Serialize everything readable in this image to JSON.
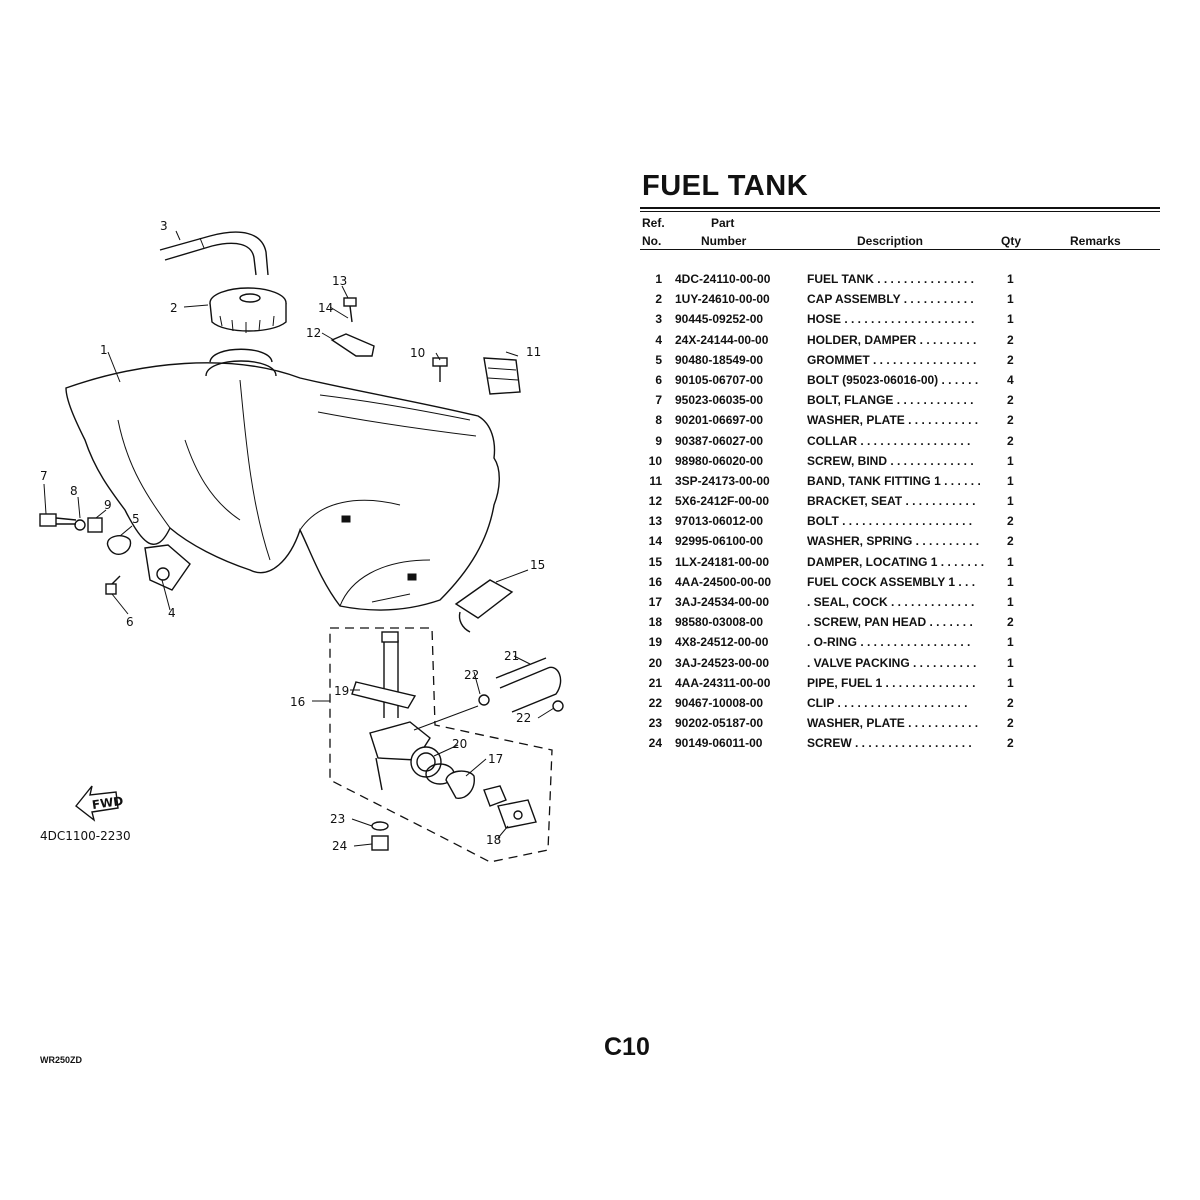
{
  "title": "FUEL TANK",
  "table_header": {
    "ref": [
      "Ref.",
      "No."
    ],
    "part": [
      "Part",
      "Number"
    ],
    "description": "Description",
    "qty": "Qty",
    "remarks": "Remarks"
  },
  "parts": [
    {
      "ref": "1",
      "part_number": "4DC-24110-00-00",
      "description": "FUEL TANK . . . . . . . . . . . . . . .",
      "qty": "1"
    },
    {
      "ref": "2",
      "part_number": "1UY-24610-00-00",
      "description": "CAP ASSEMBLY . . . . . . . . . . .",
      "qty": "1"
    },
    {
      "ref": "3",
      "part_number": "90445-09252-00",
      "description": "HOSE . . . . . . . . . . . . . . . . . . . .",
      "qty": "1"
    },
    {
      "ref": "4",
      "part_number": "24X-24144-00-00",
      "description": "HOLDER, DAMPER . . . . . . . . .",
      "qty": "2"
    },
    {
      "ref": "5",
      "part_number": "90480-18549-00",
      "description": "GROMMET . . . . . . . . . . . . . . . .",
      "qty": "2"
    },
    {
      "ref": "6",
      "part_number": "90105-06707-00",
      "description": "BOLT (95023-06016-00) . . . . . .",
      "qty": "4"
    },
    {
      "ref": "7",
      "part_number": "95023-06035-00",
      "description": "BOLT, FLANGE . . . . . . . . . . . .",
      "qty": "2"
    },
    {
      "ref": "8",
      "part_number": "90201-06697-00",
      "description": "WASHER, PLATE . . . . . . . . . . .",
      "qty": "2"
    },
    {
      "ref": "9",
      "part_number": "90387-06027-00",
      "description": "COLLAR . . . . . . . . . . . . . . . . .",
      "qty": "2"
    },
    {
      "ref": "10",
      "part_number": "98980-06020-00",
      "description": "SCREW, BIND . . . . . . . . . . . . .",
      "qty": "1"
    },
    {
      "ref": "11",
      "part_number": "3SP-24173-00-00",
      "description": "BAND, TANK FITTING 1 . . . . . .",
      "qty": "1"
    },
    {
      "ref": "12",
      "part_number": "5X6-2412F-00-00",
      "description": "BRACKET, SEAT . . . . . . . . . . .",
      "qty": "1"
    },
    {
      "ref": "13",
      "part_number": "97013-06012-00",
      "description": "BOLT . . . . . . . . . . . . . . . . . . . .",
      "qty": "2"
    },
    {
      "ref": "14",
      "part_number": "92995-06100-00",
      "description": "WASHER, SPRING . . . . . . . . . .",
      "qty": "2"
    },
    {
      "ref": "15",
      "part_number": "1LX-24181-00-00",
      "description": "DAMPER, LOCATING 1 . . . . . . .",
      "qty": "1"
    },
    {
      "ref": "16",
      "part_number": "4AA-24500-00-00",
      "description": "FUEL COCK ASSEMBLY 1 . . .",
      "qty": "1"
    },
    {
      "ref": "17",
      "part_number": "3AJ-24534-00-00",
      "description": ". SEAL, COCK . . . . . . . . . . . . .",
      "qty": "1"
    },
    {
      "ref": "18",
      "part_number": "98580-03008-00",
      "description": ". SCREW, PAN HEAD . . . . . . .",
      "qty": "2"
    },
    {
      "ref": "19",
      "part_number": "4X8-24512-00-00",
      "description": ". O-RING . . . . . . . . . . . . . . . . .",
      "qty": "1"
    },
    {
      "ref": "20",
      "part_number": "3AJ-24523-00-00",
      "description": ". VALVE PACKING . . . . . . . . . .",
      "qty": "1"
    },
    {
      "ref": "21",
      "part_number": "4AA-24311-00-00",
      "description": "PIPE, FUEL 1 . . . . . . . . . . . . . .",
      "qty": "1"
    },
    {
      "ref": "22",
      "part_number": "90467-10008-00",
      "description": "CLIP . . . . . . . . . . . . . . . . . . . .",
      "qty": "2"
    },
    {
      "ref": "23",
      "part_number": "90202-05187-00",
      "description": "WASHER, PLATE . . . . . . . . . . .",
      "qty": "2"
    },
    {
      "ref": "24",
      "part_number": "90149-06011-00",
      "description": "SCREW . . . . . . . . . . . . . . . . . .",
      "qty": "2"
    }
  ],
  "diagram": {
    "callouts": [
      "1",
      "2",
      "3",
      "4",
      "5",
      "6",
      "7",
      "8",
      "9",
      "10",
      "11",
      "12",
      "13",
      "14",
      "15",
      "16",
      "17",
      "18",
      "19",
      "20",
      "21",
      "22",
      "22",
      "23",
      "24"
    ],
    "fwd_label": "FWD",
    "drawing_code": "4DC1100-2230"
  },
  "page_number": "C10",
  "model_code": "WR250ZD"
}
